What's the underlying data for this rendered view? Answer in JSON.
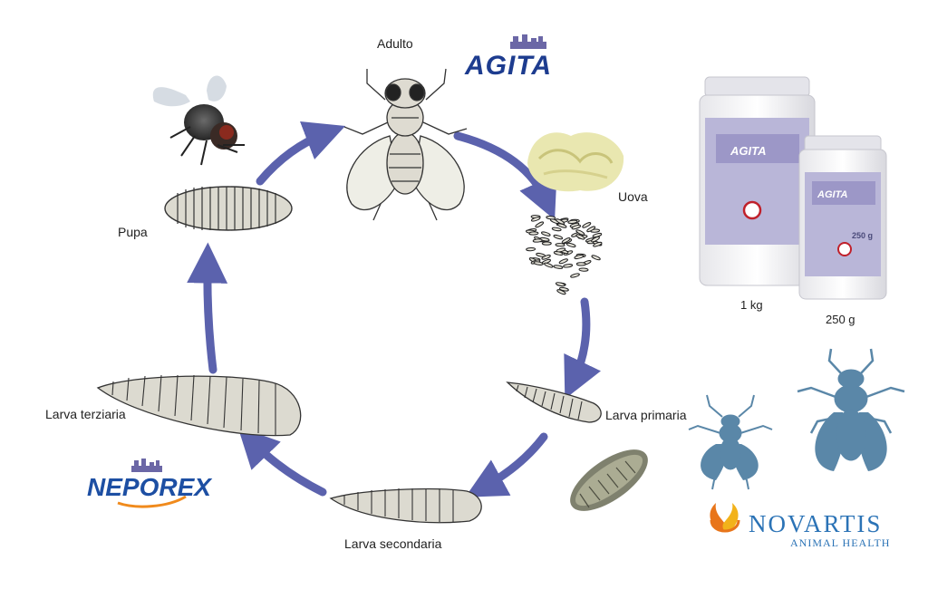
{
  "stages": {
    "adult": "Adulto",
    "eggs": "Uova",
    "larva_primary": "Larva primaria",
    "larva_secondary": "Larva secondaria",
    "larva_tertiary": "Larva terziaria",
    "pupa": "Pupa"
  },
  "products": {
    "agita_logo": "AGITA",
    "neporex_logo": "NEPOREX",
    "jar_large_weight": "1 kg",
    "jar_small_weight": "250 g",
    "jar_large_brand": "AGITA",
    "jar_small_brand": "AGITA",
    "jar_small_weight_print": "250 g"
  },
  "company": {
    "name": "NOVARTIS",
    "division": "ANIMAL HEALTH"
  },
  "colors": {
    "arrow": "#5b62ad",
    "agita_blue": "#1d3c8f",
    "neporex_blue": "#1d4fa3",
    "neporex_orange": "#f08a1c",
    "novartis_blue": "#2b73b6",
    "novartis_orange": "#e8751a",
    "silhouette": "#5a87a8",
    "body_fill": "#dedbd1",
    "wing_fill": "#eeeee6"
  }
}
